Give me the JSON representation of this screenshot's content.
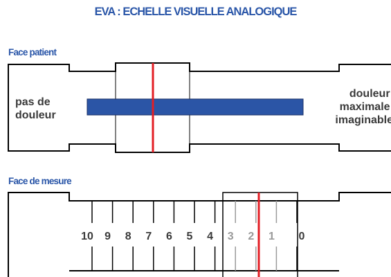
{
  "title": "EVA : ECHELLE VISUELLE ANALOGIQUE",
  "patient_face": {
    "label": "Face patient",
    "left_text": [
      "pas de",
      "douleur"
    ],
    "right_text": [
      "douleur",
      "maximale",
      "imaginable"
    ]
  },
  "measure_face": {
    "label": "Face de mesure",
    "scale": [
      "10",
      "9",
      "8",
      "7",
      "6",
      "5",
      "4",
      "3",
      "2",
      "1",
      "0"
    ]
  },
  "colors": {
    "title": "#2a56a8",
    "bar": "#2b55a6",
    "cursor_line": "#e31e24",
    "outline": "#000000",
    "faded": "#9a9a9a"
  }
}
